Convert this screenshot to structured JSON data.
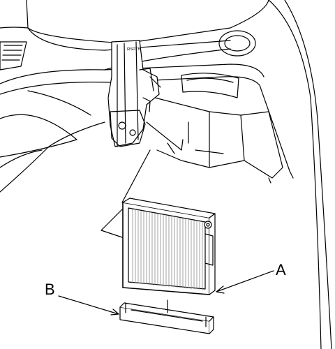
{
  "figure": {
    "callouts": {
      "a": "A",
      "b": "B"
    },
    "part_stamp": "RS0TE"
  },
  "colors": {
    "line": "#000000",
    "fill": "#ffffff",
    "filter_media": "#8a8a8a"
  }
}
